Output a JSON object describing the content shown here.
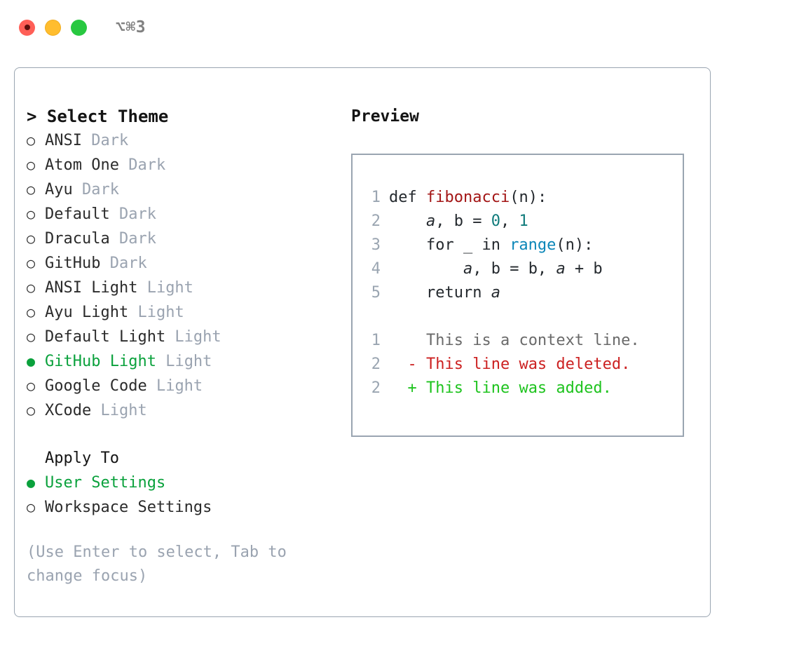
{
  "titlebar": {
    "shortcut": "⌥⌘3",
    "buttons": {
      "close_label": "close",
      "minimize_label": "minimize",
      "zoom_label": "zoom"
    }
  },
  "theme_picker": {
    "heading": "> Select Theme",
    "marker_selected": "●",
    "marker_unselected": "○",
    "selected_color": "#0aa13c",
    "suffix_color": "#9aa3b0",
    "items": [
      {
        "name": "ANSI",
        "variant": " Dark",
        "selected": false
      },
      {
        "name": "Atom One",
        "variant": " Dark",
        "selected": false
      },
      {
        "name": "Ayu",
        "variant": " Dark",
        "selected": false
      },
      {
        "name": "Default",
        "variant": " Dark",
        "selected": false
      },
      {
        "name": "Dracula",
        "variant": " Dark",
        "selected": false
      },
      {
        "name": "GitHub",
        "variant": " Dark",
        "selected": false
      },
      {
        "name": "ANSI Light",
        "variant": " Light",
        "selected": false
      },
      {
        "name": "Ayu Light",
        "variant": " Light",
        "selected": false
      },
      {
        "name": "Default Light",
        "variant": " Light",
        "selected": false
      },
      {
        "name": "GitHub Light",
        "variant": " Light",
        "selected": true
      },
      {
        "name": "Google Code",
        "variant": " Light",
        "selected": false
      },
      {
        "name": "XCode",
        "variant": " Light",
        "selected": false
      }
    ]
  },
  "apply_to": {
    "heading": "Apply To",
    "items": [
      {
        "name": "User Settings",
        "selected": true
      },
      {
        "name": "Workspace Settings",
        "selected": false
      }
    ]
  },
  "hint": "(Use Enter to select, Tab to change focus)",
  "preview": {
    "heading": "Preview",
    "code_lines": [
      {
        "num": "1",
        "tokens": [
          {
            "text": "def ",
            "kind": "plain"
          },
          {
            "text": "fibonacci",
            "kind": "fn"
          },
          {
            "text": "(n):",
            "kind": "plain"
          }
        ]
      },
      {
        "num": "2",
        "tokens": [
          {
            "text": "    ",
            "kind": "plain"
          },
          {
            "text": "a",
            "kind": "var"
          },
          {
            "text": ", ",
            "kind": "plain"
          },
          {
            "text": "b",
            "kind": "plain"
          },
          {
            "text": " = ",
            "kind": "plain"
          },
          {
            "text": "0",
            "kind": "num"
          },
          {
            "text": ", ",
            "kind": "plain"
          },
          {
            "text": "1",
            "kind": "num"
          }
        ]
      },
      {
        "num": "3",
        "tokens": [
          {
            "text": "    for _ in ",
            "kind": "plain"
          },
          {
            "text": "range",
            "kind": "call"
          },
          {
            "text": "(n):",
            "kind": "plain"
          }
        ]
      },
      {
        "num": "4",
        "tokens": [
          {
            "text": "        ",
            "kind": "plain"
          },
          {
            "text": "a",
            "kind": "var"
          },
          {
            "text": ", b = b, ",
            "kind": "plain"
          },
          {
            "text": "a",
            "kind": "var"
          },
          {
            "text": " + b",
            "kind": "plain"
          }
        ]
      },
      {
        "num": "5",
        "tokens": [
          {
            "text": "    return ",
            "kind": "plain"
          },
          {
            "text": "a",
            "kind": "var"
          }
        ]
      }
    ],
    "diff_lines": [
      {
        "num": "1",
        "sign": " ",
        "text": " This is a context line.",
        "kind": "ctx"
      },
      {
        "num": "2",
        "sign": "-",
        "text": " This line was deleted.",
        "kind": "del"
      },
      {
        "num": "2",
        "sign": "+",
        "text": " This line was added.",
        "kind": "add"
      }
    ]
  }
}
